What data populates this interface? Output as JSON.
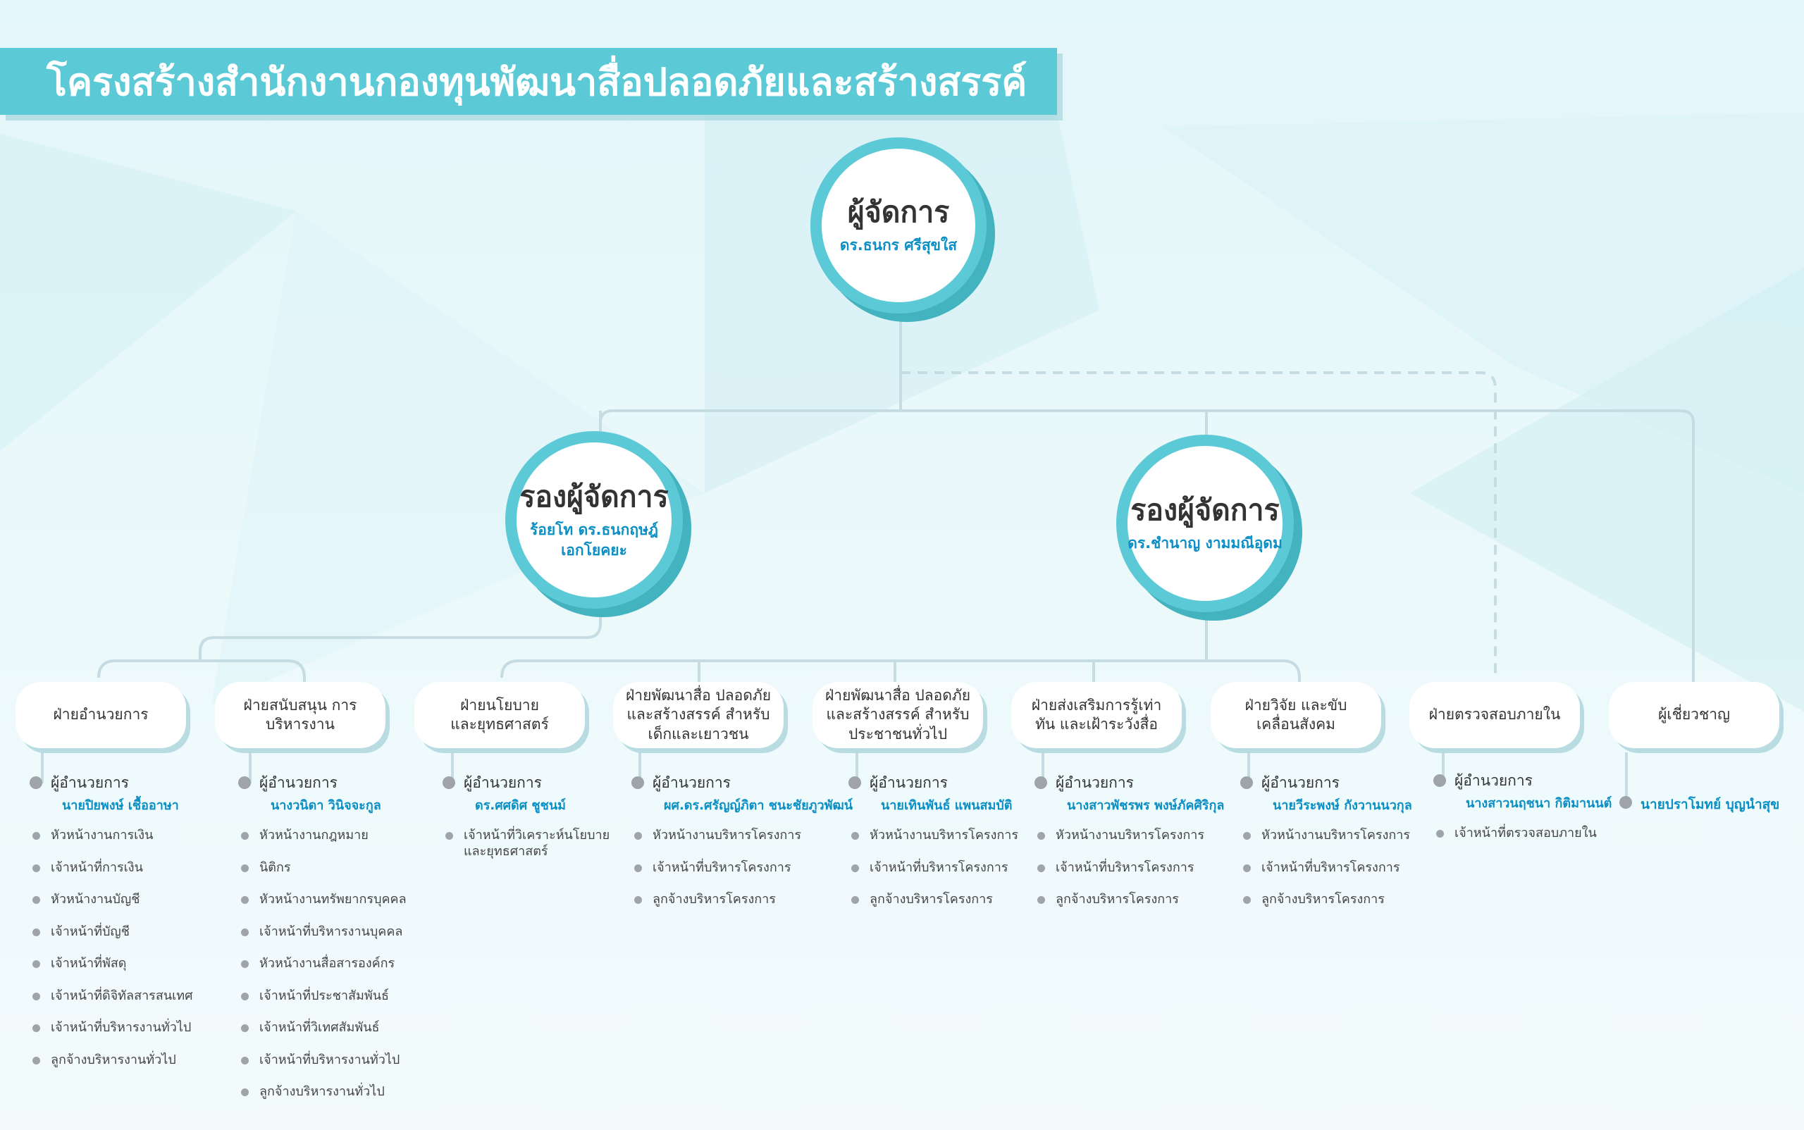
{
  "title": "โครงสร้างสำนักงานกองทุนพัฒนาสื่อปลอดภัยและสร้างสรรค์",
  "manager": {
    "title": "ผู้จัดการ",
    "name": "ดร.ธนกร ศรีสุขใส"
  },
  "deputies": [
    {
      "title": "รองผู้จัดการ",
      "name": "ร้อยโท ดร.ธนกฤษฎ์ เอกโยคยะ"
    },
    {
      "title": "รองผู้จัดการ",
      "name": "ดร.ชำนาญ งามมณีอุดม"
    }
  ],
  "departments": [
    {
      "label": "ฝ่ายอำนวยการ",
      "director_title": "ผู้อำนวยการ",
      "director_name": "นายปิยพงษ์ เชื้ออาษา",
      "staff": [
        "หัวหน้างานการเงิน",
        "เจ้าหน้าที่การเงิน",
        "หัวหน้างานบัญชี",
        "เจ้าหน้าที่บัญชี",
        "เจ้าหน้าที่พัสดุ",
        "เจ้าหน้าที่ดิจิทัลสารสนเทศ",
        "เจ้าหน้าที่บริหารงานทั่วไป",
        "ลูกจ้างบริหารงานทั่วไป"
      ]
    },
    {
      "label": "ฝ่ายสนับสนุน การบริหารงาน",
      "director_title": "ผู้อำนวยการ",
      "director_name": "นางวนิดา วินิจจะกูล",
      "staff": [
        "หัวหน้างานกฎหมาย",
        "นิติกร",
        "หัวหน้างานทรัพยากรบุคคล",
        "เจ้าหน้าที่บริหารงานบุคคล",
        "หัวหน้างานสื่อสารองค์กร",
        "เจ้าหน้าที่ประชาสัมพันธ์",
        "เจ้าหน้าที่วิเทศสัมพันธ์",
        "เจ้าหน้าที่บริหารงานทั่วไป",
        "ลูกจ้างบริหารงานทั่วไป"
      ]
    },
    {
      "label": "ฝ่ายนโยบาย และยุทธศาสตร์",
      "director_title": "ผู้อำนวยการ",
      "director_name": "ดร.ศศดิศ ชูชนม์",
      "staff": [
        "เจ้าหน้าที่วิเคราะห์นโยบาย และยุทธศาสตร์"
      ]
    },
    {
      "label": "ฝ่ายพัฒนาสื่อ ปลอดภัยและสร้างสรรค์ สำหรับเด็กและเยาวชน",
      "director_title": "ผู้อำนวยการ",
      "director_name": "ผศ.ดร.ศรัญญ์ภิตา ชนะชัยภูวพัฒน์",
      "staff": [
        "หัวหน้างานบริหารโครงการ",
        "เจ้าหน้าที่บริหารโครงการ",
        "ลูกจ้างบริหารโครงการ"
      ]
    },
    {
      "label": "ฝ่ายพัฒนาสื่อ ปลอดภัยและสร้างสรรค์ สำหรับประชาชนทั่วไป",
      "director_title": "ผู้อำนวยการ",
      "director_name": "นายเทินพันธ์ แพนสมบัติ",
      "staff": [
        "หัวหน้างานบริหารโครงการ",
        "เจ้าหน้าที่บริหารโครงการ",
        "ลูกจ้างบริหารโครงการ"
      ]
    },
    {
      "label": "ฝ่ายส่งเสริมการรู้เท่าทัน และเฝ้าระวังสื่อ",
      "director_title": "ผู้อำนวยการ",
      "director_name": "นางสาวพัชรพร พงษ์ภัคศิริกุล",
      "staff": [
        "หัวหน้างานบริหารโครงการ",
        "เจ้าหน้าที่บริหารโครงการ",
        "ลูกจ้างบริหารโครงการ"
      ]
    },
    {
      "label": "ฝ่ายวิจัย และขับเคลื่อนสังคม",
      "director_title": "ผู้อำนวยการ",
      "director_name": "นายวีระพงษ์ กังวานนวกุล",
      "staff": [
        "หัวหน้างานบริหารโครงการ",
        "เจ้าหน้าที่บริหารโครงการ",
        "ลูกจ้างบริหารโครงการ"
      ]
    },
    {
      "label": "ฝ่ายตรวจสอบภายใน",
      "director_title": "ผู้อำนวยการ",
      "director_name": "นางสาวนฤชนา กิติมานนต์",
      "staff": [
        "เจ้าหน้าที่ตรวจสอบภายใน"
      ]
    }
  ],
  "expert": {
    "label": "ผู้เชี่ยวชาญ",
    "name": "นายปราโมทย์ บุญนำสุข"
  },
  "colors": {
    "teal": "#5ccad6",
    "teal_dark": "#44b3c0",
    "name_blue": "#0c8fc4",
    "connector": "#c5dde2",
    "bullet": "#9ea4a7"
  }
}
